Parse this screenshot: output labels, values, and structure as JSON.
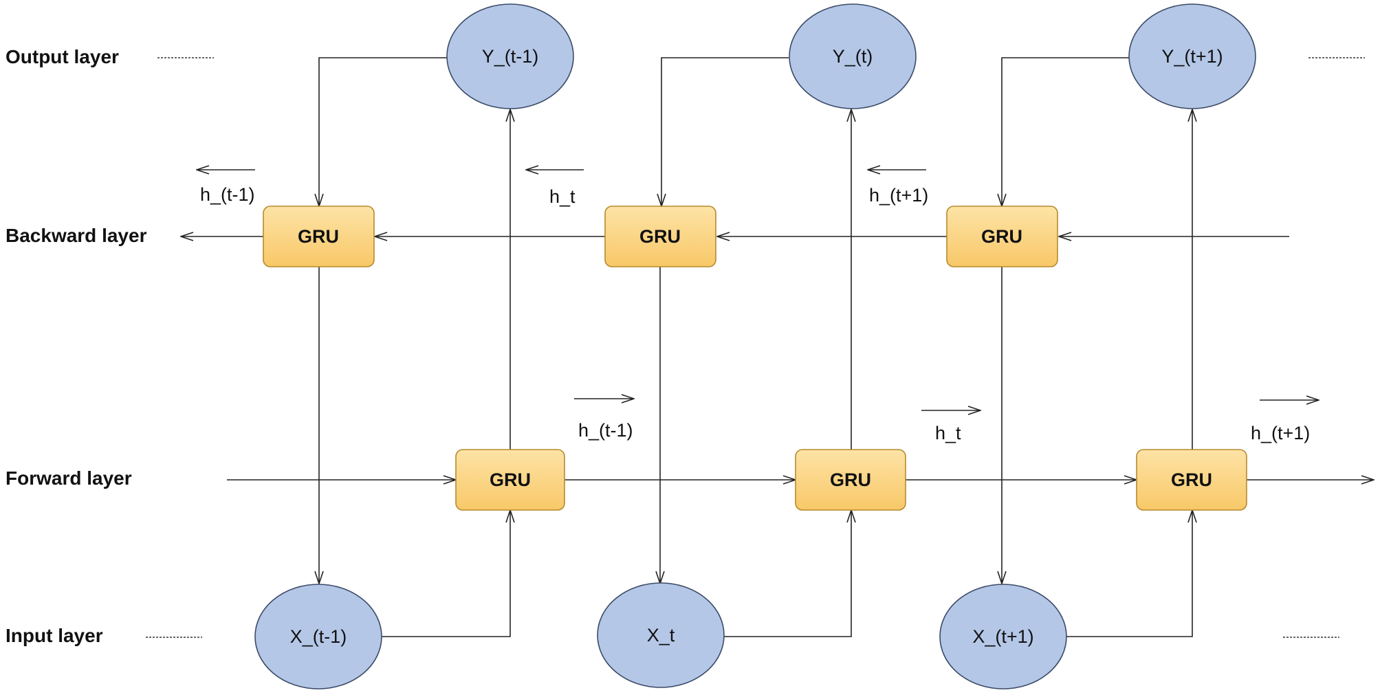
{
  "colors": {
    "ellipse_fill": "#b4c7e7",
    "ellipse_stroke": "#3b4a66",
    "gru_fill_top": "#fde3a6",
    "gru_fill_bottom": "#f8c868",
    "gru_stroke": "#b58a2c",
    "line": "#222222",
    "text": "#111111"
  },
  "layers": {
    "output": "Output layer",
    "backward": "Backward layer",
    "forward": "Forward layer",
    "input": "Input layer"
  },
  "outputs": [
    "Y_(t-1)",
    "Y_(t)",
    "Y_(t+1)"
  ],
  "inputs": [
    "X_(t-1)",
    "X_t",
    "X_(t+1)"
  ],
  "backward_cells": [
    "GRU",
    "GRU",
    "GRU"
  ],
  "forward_cells": [
    "GRU",
    "GRU",
    "GRU"
  ],
  "backward_states": [
    "h_(t-1)",
    "h_t",
    "h_(t+1)"
  ],
  "forward_states": [
    "h_(t-1)",
    "h_t",
    "h_(t+1)"
  ]
}
